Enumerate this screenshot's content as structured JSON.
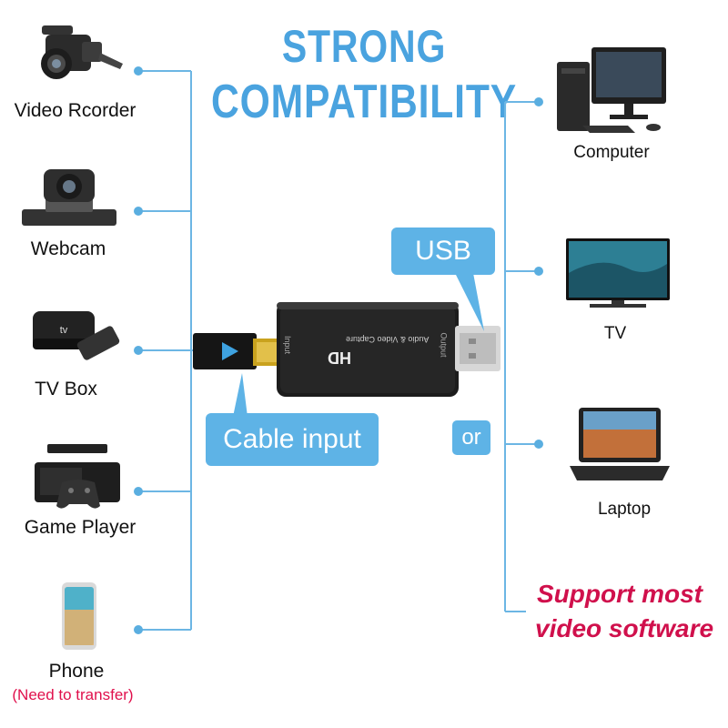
{
  "heading": {
    "line1": "STRONG",
    "line2": "COMPATIBILITY"
  },
  "inputs": [
    {
      "label": "Video Rcorder",
      "icon": "camcorder-icon"
    },
    {
      "label": "Webcam",
      "icon": "webcam-icon"
    },
    {
      "label": "TV Box",
      "icon": "tv-box-icon"
    },
    {
      "label": "Game Player",
      "icon": "game-console-icon"
    },
    {
      "label": "Phone",
      "icon": "phone-icon",
      "note": "(Need to transfer)"
    }
  ],
  "outputs": [
    {
      "label": "Computer",
      "icon": "desktop-computer-icon"
    },
    {
      "label": "TV",
      "icon": "tv-icon"
    },
    {
      "label": "Laptop",
      "icon": "laptop-icon"
    }
  ],
  "device": {
    "brand": "HD",
    "caption": "Audio & Video Capture",
    "port_in": "Input",
    "port_out": "Output"
  },
  "callouts": {
    "usb": "USB",
    "cable": "Cable input",
    "or": "or"
  },
  "support": {
    "line1": "Support most",
    "line2": "video software"
  },
  "colors": {
    "accent": "#4aa3df",
    "callout": "#5eb3e6",
    "support": "#d0104c",
    "device": "#1c1c1c"
  }
}
